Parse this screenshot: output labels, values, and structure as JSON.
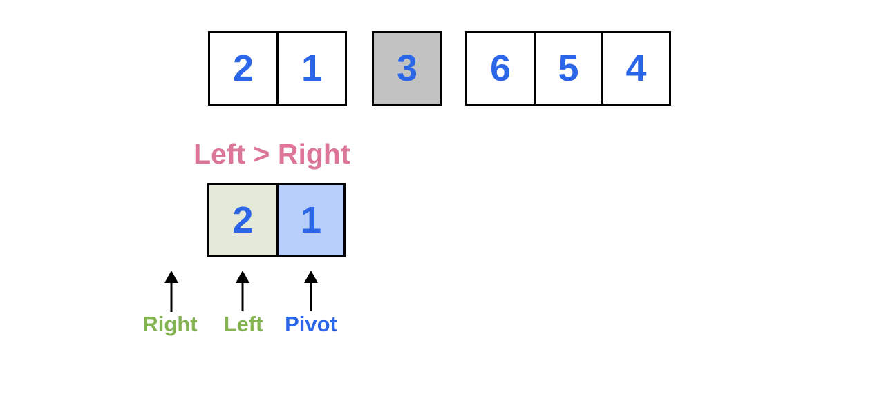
{
  "colors": {
    "digit": "#2c66e8",
    "condition": "#dc7699",
    "right_left_label": "#84b452",
    "pivot_label": "#2c66e8",
    "pivot_fill": "#c2c2c2",
    "left_fill": "#e4ead7",
    "pivot_cell_fill": "#b7cffa",
    "border": "#000000",
    "arrow": "#000000"
  },
  "top_array": {
    "left_partition": [
      "2",
      "1"
    ],
    "pivot": "3",
    "right_partition": [
      "6",
      "5",
      "4"
    ]
  },
  "condition_text": "Left > Right",
  "sub_array": {
    "left_cell": "2",
    "pivot_cell": "1"
  },
  "pointers": [
    {
      "id": "right",
      "label": "Right",
      "color": "#84b452"
    },
    {
      "id": "left",
      "label": "Left",
      "color": "#84b452"
    },
    {
      "id": "pivot",
      "label": "Pivot",
      "color": "#2c66e8"
    }
  ]
}
